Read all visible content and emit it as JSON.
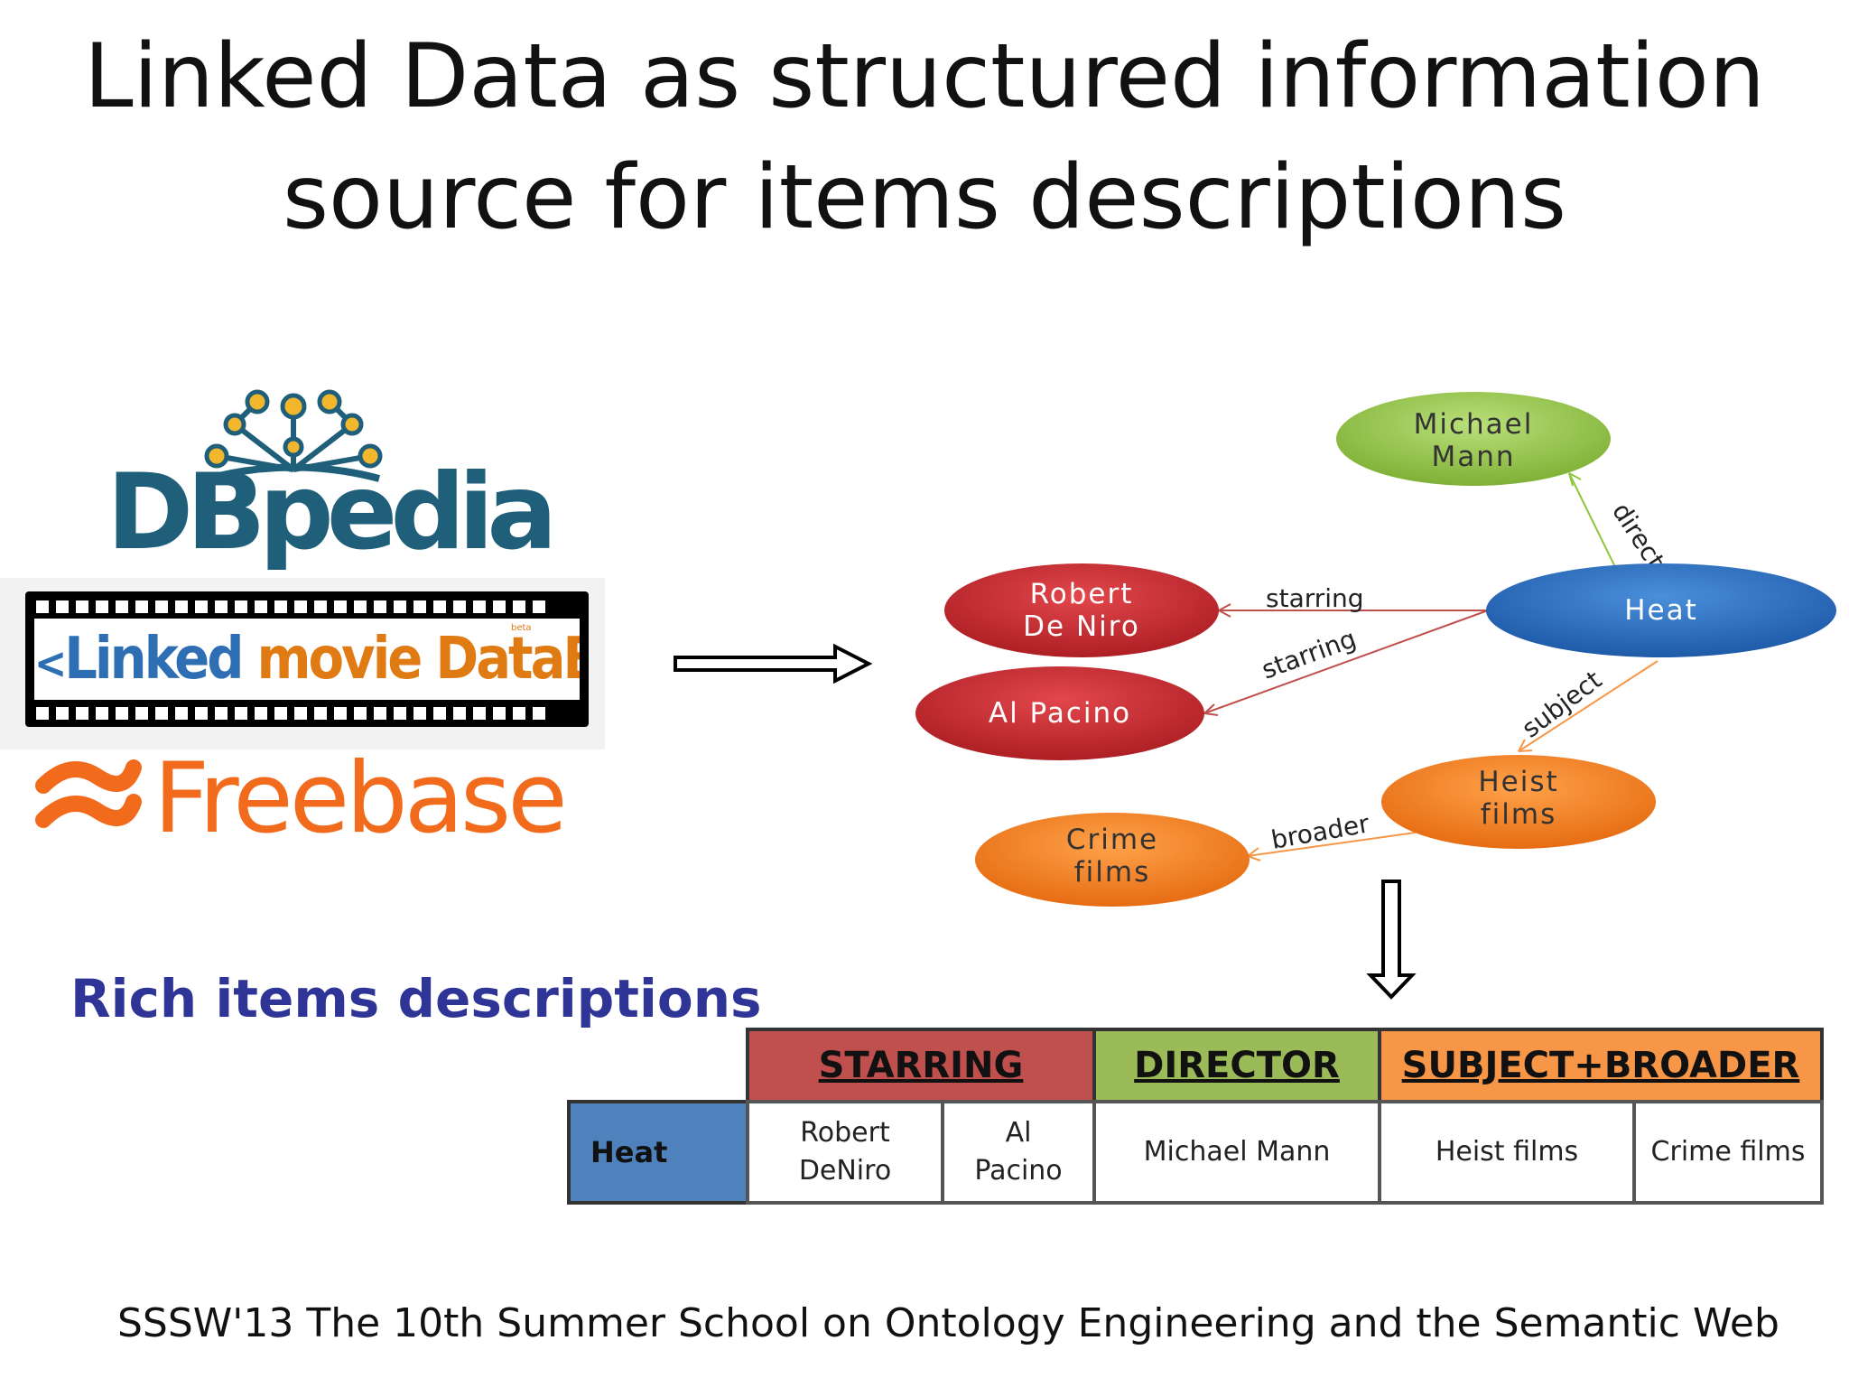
{
  "title": {
    "line1": "Linked Data as  structured information",
    "line2": "source for items descriptions"
  },
  "logos": {
    "dbpedia": "DBpedia",
    "lmdb": {
      "part1": "Linked ",
      "part2": "movie ",
      "part3": "DataBase",
      "beta": "beta"
    },
    "freebase": "Freebase"
  },
  "rich_label": "Rich items descriptions",
  "graph": {
    "nodes": {
      "michael_mann": {
        "line1": "Michael",
        "line2": "Mann",
        "color": "#8dc63f"
      },
      "robert_de_niro": {
        "line1": "Robert",
        "line2": "De Niro",
        "color": "#c0282d"
      },
      "heat": {
        "line1": "Heat",
        "color": "#2a6fbe"
      },
      "al_pacino": {
        "line1": "Al Pacino",
        "color": "#c0282d"
      },
      "heist_films": {
        "line1": "Heist",
        "line2": "films",
        "color": "#f27c1e"
      },
      "crime_films": {
        "line1": "Crime",
        "line2": "films",
        "color": "#f27c1e"
      }
    },
    "edges": {
      "director": "director",
      "starring1": "starring",
      "starring2": "starring",
      "subject": "subject",
      "broader": "broader"
    }
  },
  "table": {
    "headers": {
      "starring": "STARRING",
      "director": "DIRECTOR",
      "subject_broader": "SUBJECT+BROADER"
    },
    "header_colors": {
      "starring": "#c0504d",
      "director": "#9bbb59",
      "subject_broader": "#f79646",
      "item": "#4f81bd"
    },
    "row": {
      "item": "Heat",
      "starring1_line1": "Robert",
      "starring1_line2": "DeNiro",
      "starring2_line1": "Al",
      "starring2_line2": "Pacino",
      "director": "Michael Mann",
      "subject": "Heist films",
      "broader": "Crime films"
    }
  },
  "footer": "SSSW'13 The 10th Summer School on Ontology Engineering and the Semantic Web"
}
